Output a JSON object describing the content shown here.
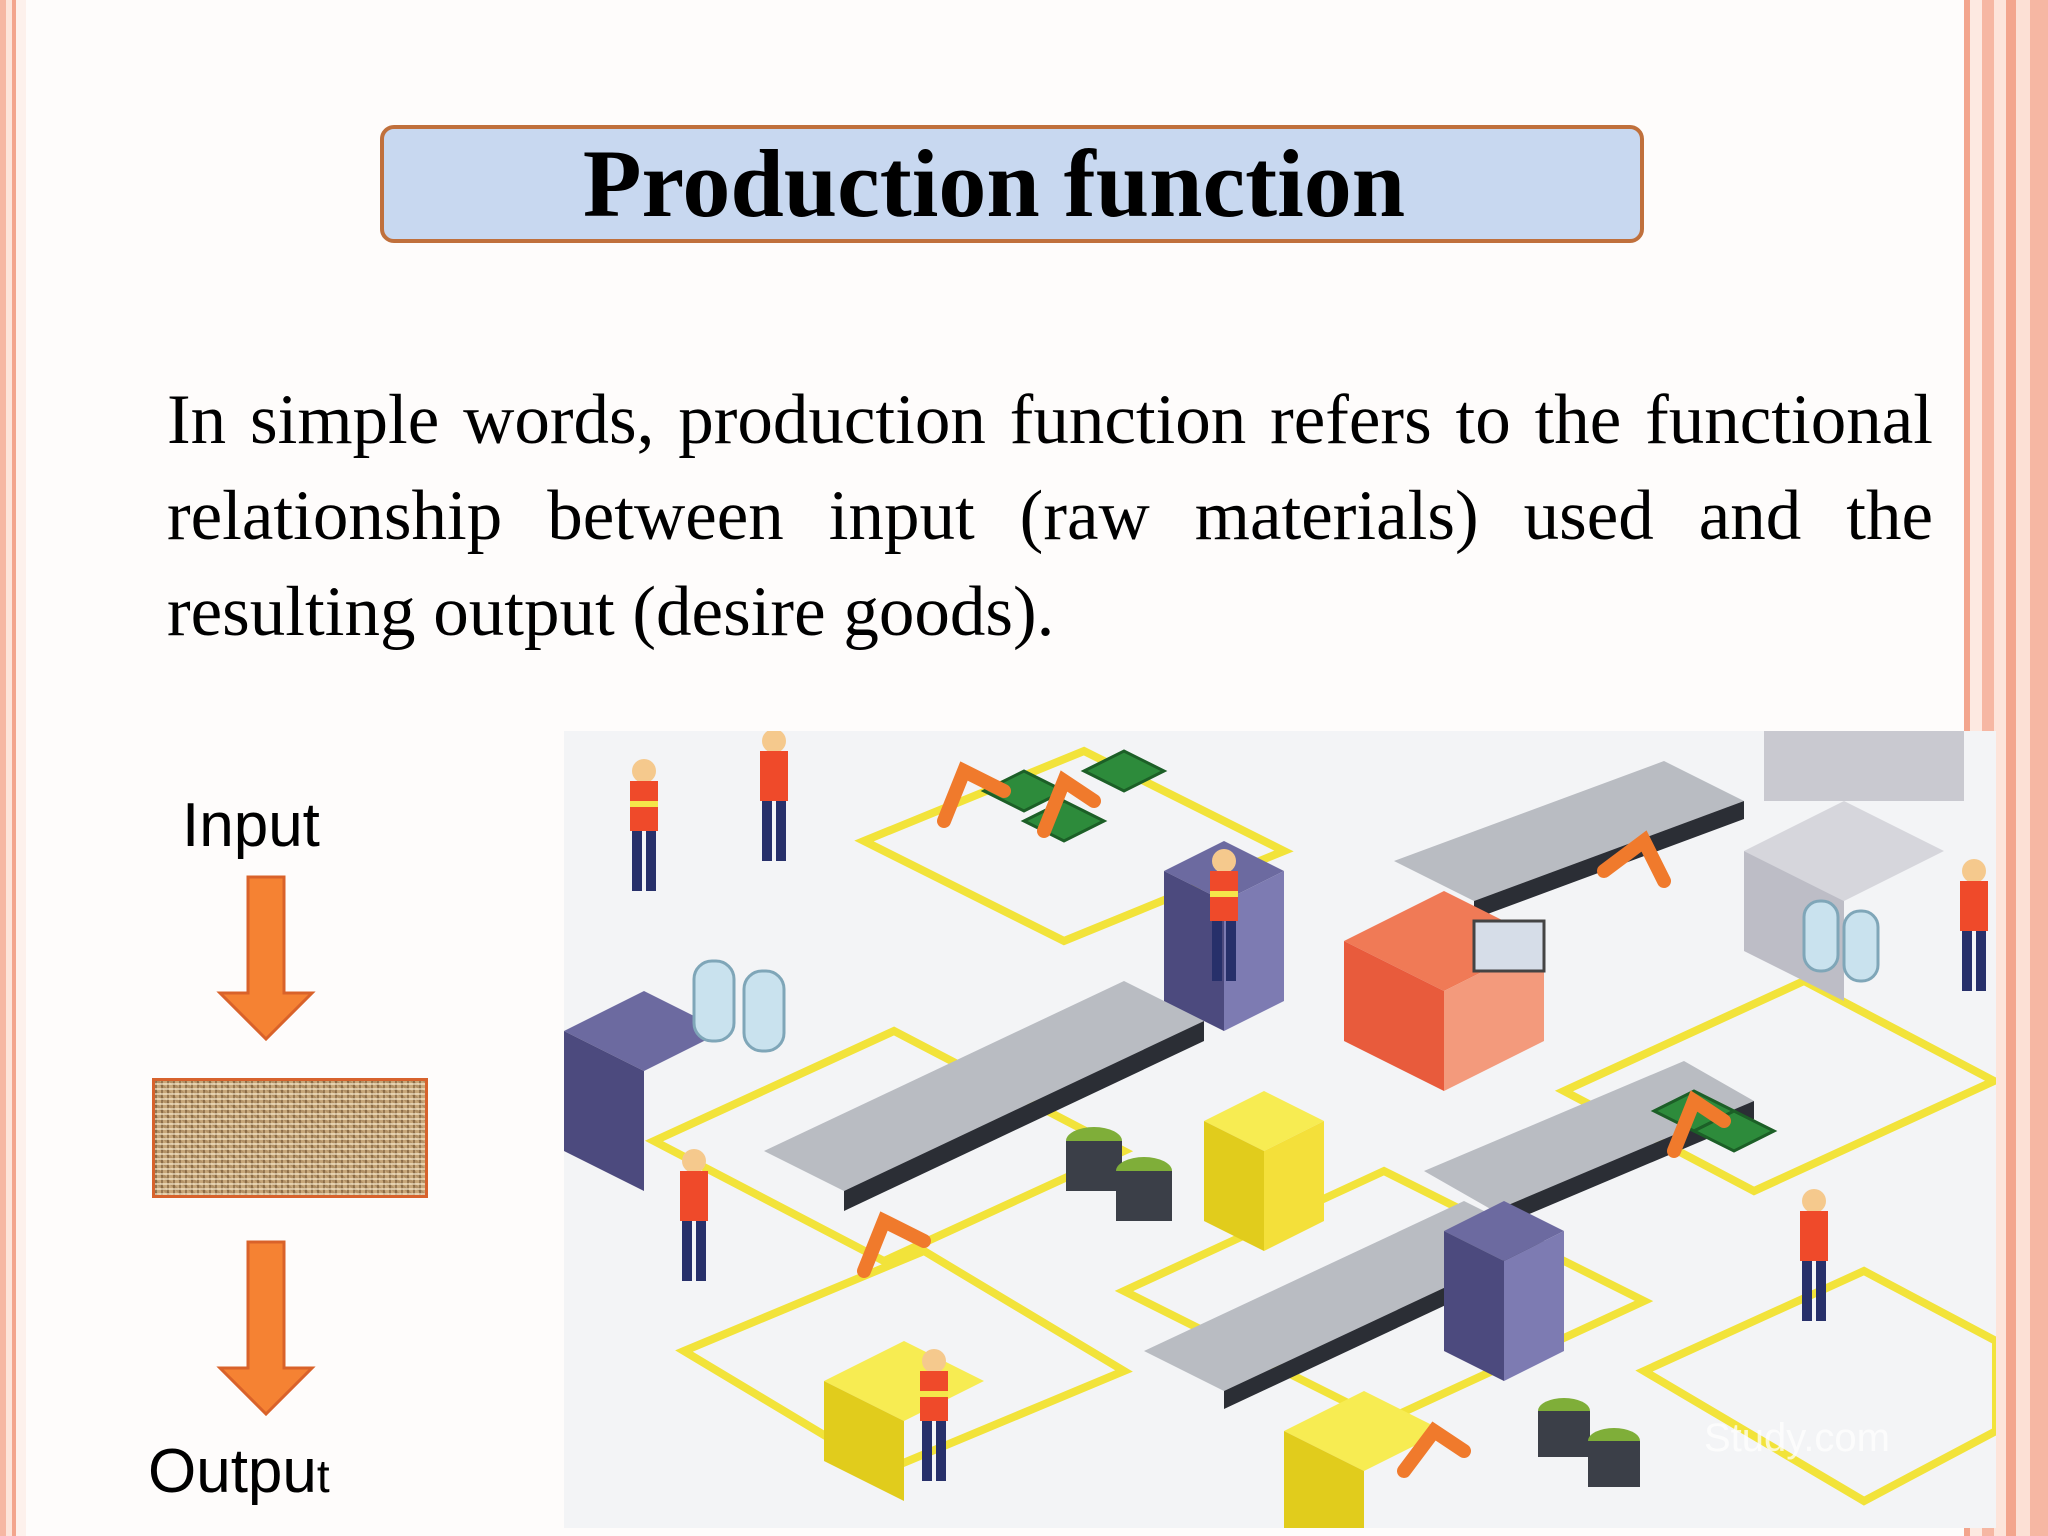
{
  "slide": {
    "title": "Production function",
    "body": "In simple words, production function refers to the functional relationship between input (raw materials) used and the resulting output (desire goods).",
    "diagram": {
      "input_label": "Input",
      "output_label": "Outpu",
      "output_label_last": "t",
      "arrow_color": "#f58233",
      "arrow_icon": "down-arrow-icon",
      "process_icon": "fabric-texture-icon"
    },
    "image": {
      "watermark": "Study.com",
      "subject": "factory-illustration"
    }
  },
  "colors": {
    "title_fill": "#c8d8f0",
    "title_border": "#c0703c",
    "frame": "#f3a58d"
  }
}
